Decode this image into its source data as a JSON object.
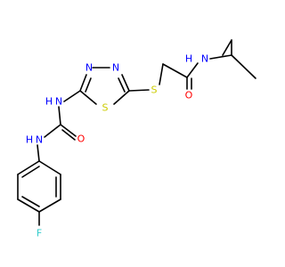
{
  "molecule": {
    "atoms": {
      "N_amide": {
        "label": "N",
        "h_label": "H",
        "color": "#0000FF"
      },
      "O_amide": {
        "label": "O",
        "color": "#FF0000"
      },
      "S_thioether": {
        "label": "S",
        "color": "#CCCC00"
      },
      "N_ring_left": {
        "label": "N",
        "color": "#0000FF"
      },
      "N_ring_right": {
        "label": "N",
        "color": "#0000FF"
      },
      "S_ring": {
        "label": "S",
        "color": "#CCCC00"
      },
      "N_urea_top": {
        "label": "N",
        "h_label": "H",
        "color": "#0000FF"
      },
      "O_urea": {
        "label": "O",
        "color": "#FF0000"
      },
      "N_urea_left": {
        "label": "N",
        "h_label": "H",
        "color": "#0000FF"
      },
      "F": {
        "label": "F",
        "color": "#33CCCC"
      }
    },
    "bond_color": "#000000"
  }
}
